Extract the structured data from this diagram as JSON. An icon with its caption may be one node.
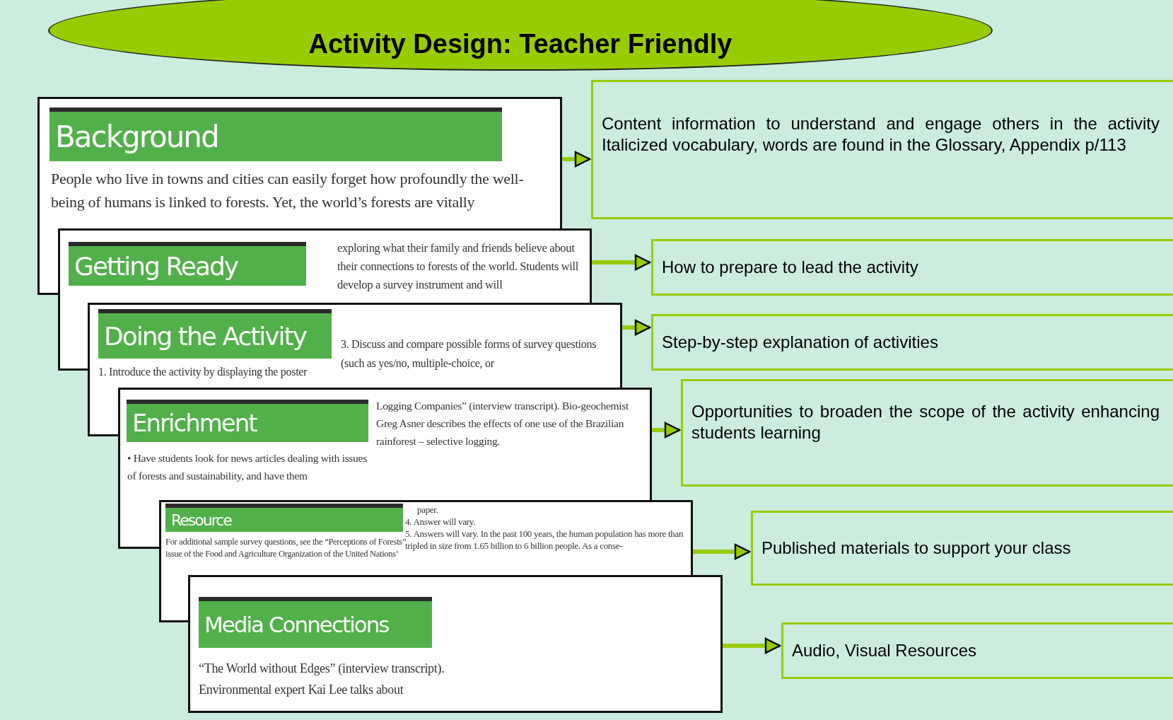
{
  "diagram": {
    "nodes": [
      {
        "text": [
          "Activity Design: Teacher Friendly"
        ]
      },
      {
        "text": [
          "Background",
          "People who live in towns and cities can easily forget how profoundly the well-being of humans is linked to forests. Yet, the world’s forests are vitally"
        ]
      },
      {
        "text": [
          "Getting Ready",
          "exploring what their family and friends believe about their connections to forests of the world. Students will develop a survey instrument and will"
        ]
      },
      {
        "text": [
          "Doing the Activity",
          "1. Introduce the activity by displaying the poster",
          "3. Discuss and compare possible forms of survey questions (such as yes/no, multiple-choice, or"
        ]
      },
      {
        "text": [
          "Enrichment",
          "• Have students look for news articles dealing with issues of forests and sustainability, and have them",
          "Logging Companies” (interview transcript). Bio-geochemist Greg Asner describes the effects of one use of the Brazilian rainforest – selective logging."
        ]
      },
      {
        "text": [
          "Resource",
          "For additional sample survey questions, see the “Perceptions of Forests” issue of the Food and Agriculture Organization of the United Nations’",
          "paper.",
          "4. Answer will vary.",
          "5. Answers will vary. In the past 100 years, the human population has more than tripled in size from 1.65 billion to 6 billion people. As a conse-"
        ]
      },
      {
        "text": [
          "Media Connections",
          "“The World without Edges” (interview transcript). Environmental expert Kai Lee talks about"
        ]
      },
      {
        "text": [
          "Content information to understand and engage others in the activity Italicized vocabulary, words are found in the Glossary, Appendix p/113"
        ]
      },
      {
        "text": [
          "How to prepare to lead the activity"
        ]
      },
      {
        "text": [
          "Step-by-step explanation of activities"
        ]
      },
      {
        "text": [
          "Opportunities to broaden the scope of the activity enhancing students learning"
        ]
      },
      {
        "text": [
          "Published materials to support your class"
        ]
      },
      {
        "text": [
          "Audio, Visual Resources"
        ]
      }
    ],
    "edges": [
      {
        "from": 1,
        "to": 7,
        "arrow": "to"
      },
      {
        "from": 2,
        "to": 8,
        "arrow": "to"
      },
      {
        "from": 3,
        "to": 9,
        "arrow": "to"
      },
      {
        "from": 4,
        "to": 10,
        "arrow": "to"
      },
      {
        "from": 5,
        "to": 11,
        "arrow": "to"
      },
      {
        "from": 6,
        "to": 12,
        "arrow": "to"
      }
    ]
  }
}
